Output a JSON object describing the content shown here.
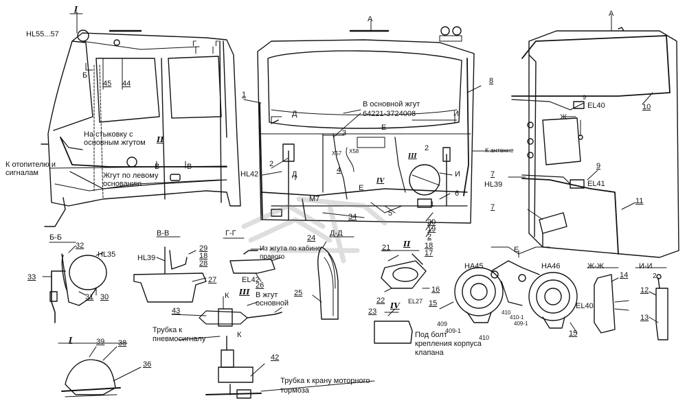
{
  "labels": {
    "hl55": "HL55...57",
    "roman_i_top": "I",
    "b_mark1": "Б",
    "n45": "45",
    "n44": "44",
    "g1": "Г",
    "g2": "Г",
    "stykovka": "На стыковку с основным жгутом",
    "roman_ii": "II",
    "otopitel": "К отопителю и сигналам",
    "v1": "В",
    "v2": "В",
    "zhgut_lev": "Жгут по левому основанию",
    "a_top_mid": "А",
    "n1": "1",
    "n8": "8",
    "d1": "Д",
    "v_osn": "В основной жгут",
    "v_osn_code": "64221-3724008",
    "i1": "И",
    "n3": "3",
    "e1": "Е",
    "x57": "X57",
    "x58": "X58",
    "n4": "4",
    "n2a": "2",
    "roman_iii": "III",
    "k_antenne": "К антенне",
    "hl42": "HL42",
    "n2b": "2",
    "d2": "Д",
    "i2": "И",
    "roman_iv": "IV",
    "e2": "Е",
    "m7": "M7",
    "n6": "6",
    "n34": "34",
    "n5": "5",
    "n1b": "1",
    "n20": "20",
    "n19": "19",
    "n2c": "2",
    "a_right": "А",
    "n9a": "9",
    "el40a": "EL40",
    "n10": "10",
    "zh1": "Ж",
    "n7a": "7",
    "hl39a": "HL39",
    "n9b": "9",
    "el41": "EL41",
    "n11": "11",
    "n7b": "7",
    "bb": "Б-Б",
    "n32": "32",
    "hl35": "HL35",
    "n33": "33",
    "n31": "31",
    "n30": "30",
    "vv": "В-В",
    "hl39b": "HL39",
    "n29": "29",
    "n18a": "18",
    "n28": "28",
    "n27": "27",
    "gg": "Г-Г",
    "iz_zhguta": "Из жгута по кабине правого",
    "el42": "EL42",
    "n26": "26",
    "n24": "24",
    "dd": "Д-Д",
    "roman_iii_b": "III",
    "v_zhgut_osn": "В жгут основной",
    "n25": "25",
    "k1": "К",
    "n43": "43",
    "n21": "21",
    "roman_ii_b": "II",
    "n18b": "18",
    "n17": "17",
    "n22": "22",
    "el27": "EL27",
    "n16": "16",
    "n15a": "15",
    "e_big": "Е",
    "ha45": "HA45",
    "ha46": "HA46",
    "roman_iv_b": "IV",
    "n23": "23",
    "pod_bolt": "Под болт крепления корпуса клапана",
    "n409": "409",
    "n409_1": "409-1",
    "n410": "410",
    "n410b": "410",
    "n409_1b": "409-1",
    "n410_1": "410-1",
    "n15b": "15",
    "zhzh": "Ж-Ж",
    "n14": "14",
    "el40b": "EL40",
    "ii": "И-И",
    "n2d": "2",
    "n12": "12",
    "n13": "13",
    "trubka_pnev": "Трубка к пневмосигналу",
    "k2": "К",
    "n42": "42",
    "roman_i_b": "I",
    "n39": "39",
    "n38": "38",
    "n36": "36",
    "trubka_kran": "Трубка к крану моторного тормоза"
  }
}
